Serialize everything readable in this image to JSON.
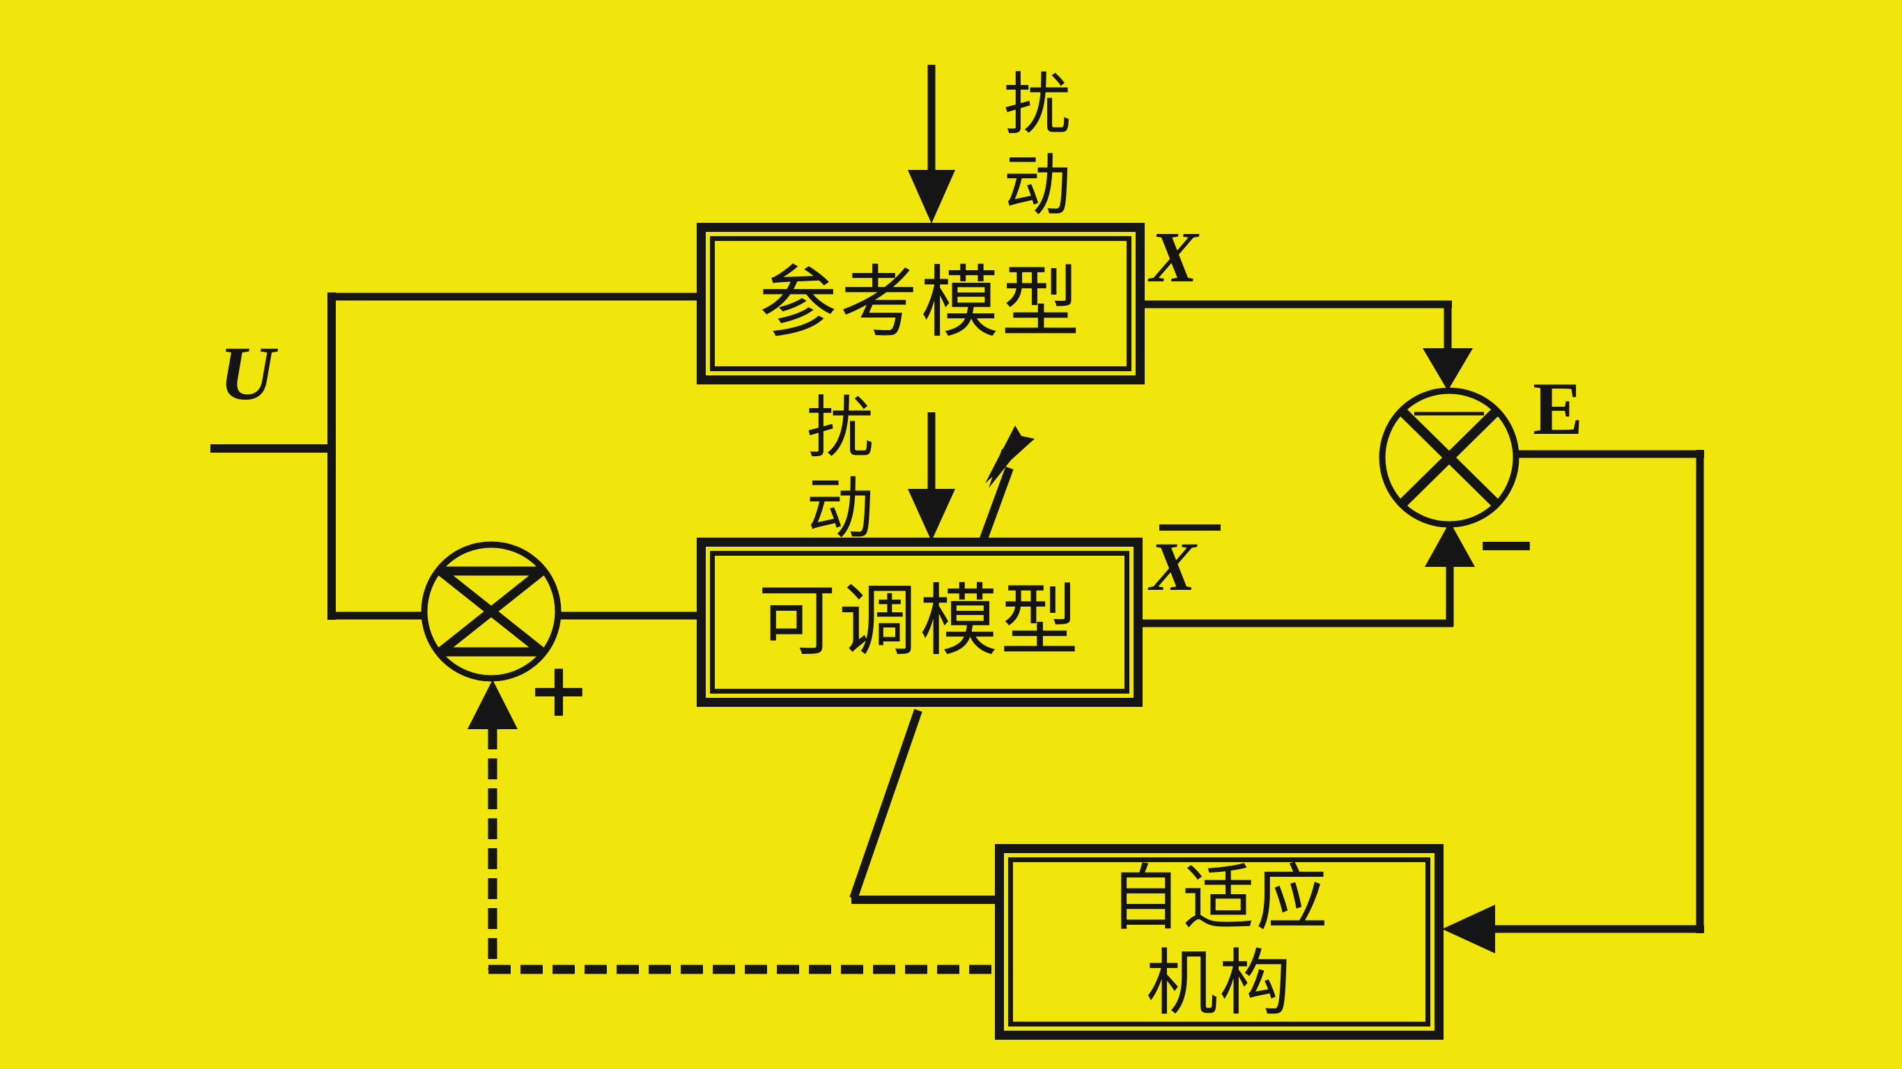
{
  "colors": {
    "background": "#f0e60c",
    "stroke": "#151515"
  },
  "blocks": {
    "reference_model": {
      "label": "参考模型"
    },
    "adjustable_model": {
      "label": "可调模型"
    },
    "adaptive_mechanism": {
      "label_line1": "自适应",
      "label_line2": "机构"
    }
  },
  "signals": {
    "input": "U",
    "reference_output": "X",
    "adjustable_output": "X",
    "error": "E",
    "plus": "+",
    "minus": "−",
    "disturbance_top": "扰动",
    "disturbance_middle": "扰动"
  }
}
